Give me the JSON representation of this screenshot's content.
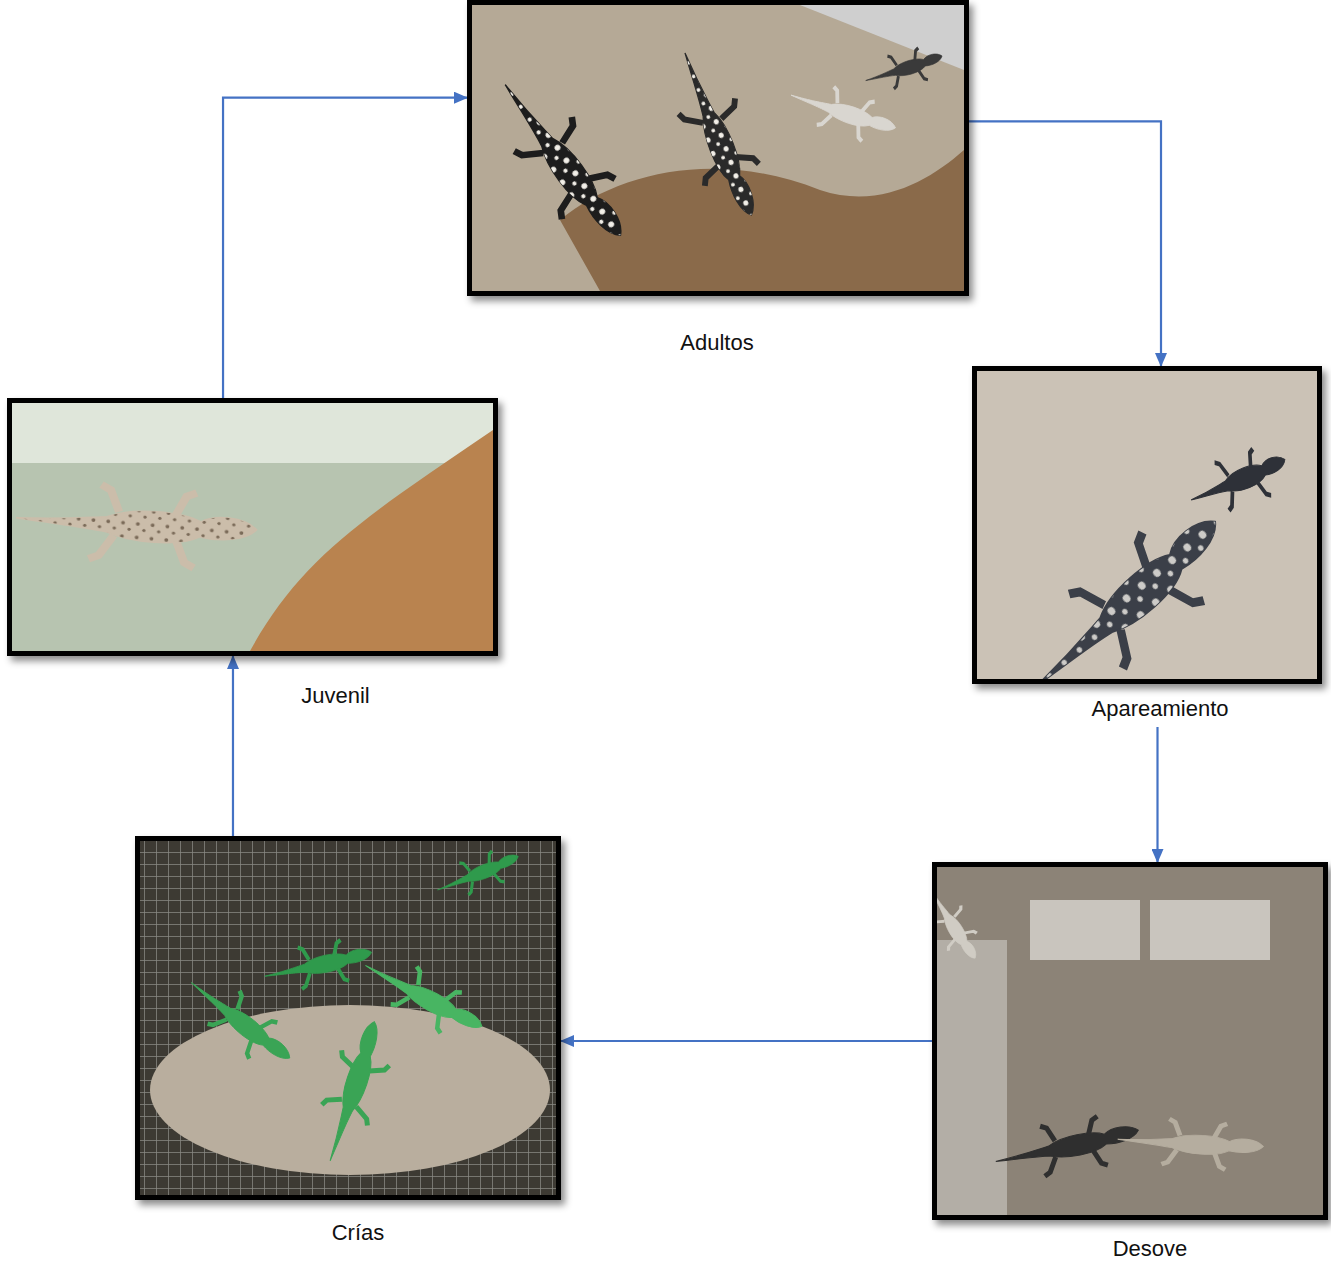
{
  "diagram": {
    "nodes": [
      {
        "text": [
          "Adultos"
        ]
      },
      {
        "text": [
          "Apareamiento"
        ]
      },
      {
        "text": [
          "Desove"
        ]
      },
      {
        "text": [
          "Crías"
        ]
      },
      {
        "text": [
          "Juvenil"
        ]
      }
    ],
    "edges": [
      {
        "from": 0,
        "to": 1,
        "arrow": "to"
      },
      {
        "from": 1,
        "to": 2,
        "arrow": "to"
      },
      {
        "from": 2,
        "to": 3,
        "arrow": "to"
      },
      {
        "from": 3,
        "to": 4,
        "arrow": "to"
      },
      {
        "from": 4,
        "to": 0,
        "arrow": "to"
      }
    ]
  }
}
